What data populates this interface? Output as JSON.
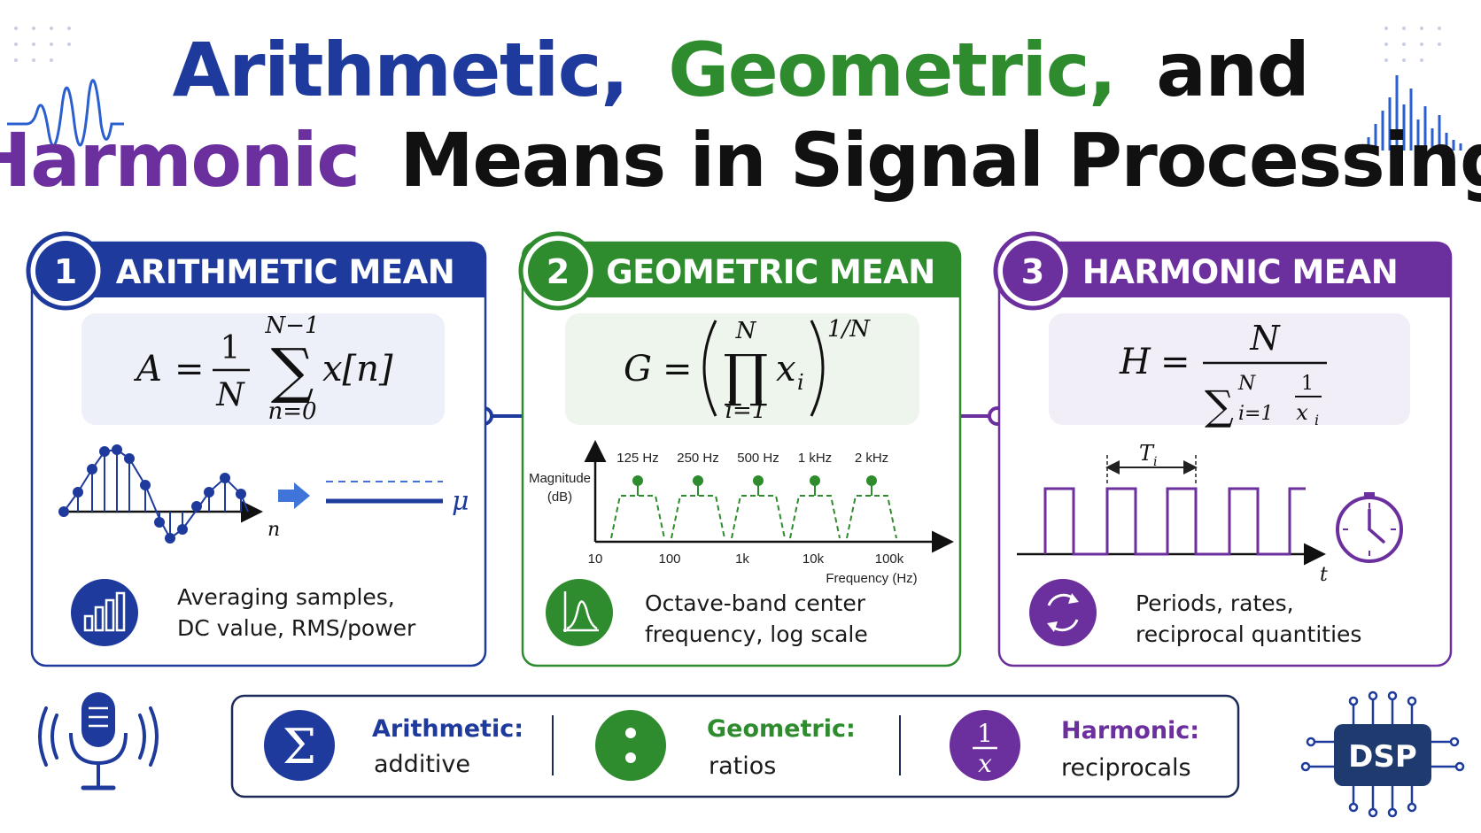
{
  "title": {
    "line1_part1": "Arithmetic,",
    "line1_part2": "Geometric,",
    "line1_part3": "and",
    "line2_part1": "Harmonic",
    "line2_part2": "Means in Signal Processing"
  },
  "colors": {
    "arithmetic": "#1e3a9c",
    "geometric": "#2e8b2e",
    "harmonic": "#6b2f9e",
    "dark": "#111111"
  },
  "panels": {
    "arithmetic": {
      "number": "1",
      "heading": "ARITHMETIC MEAN",
      "formula": {
        "lhs": "A",
        "eq": "=",
        "frac_num": "1",
        "frac_den": "N",
        "sum_upper": "N−1",
        "sum_lower": "n=0",
        "term": "x[n]",
        "sigma": "∑"
      },
      "plot": {
        "axis_label": "n",
        "result_label": "μ"
      },
      "icon": "bar-chart-icon",
      "desc_line1": "Averaging samples,",
      "desc_line2": "DC value, RMS/power"
    },
    "geometric": {
      "number": "2",
      "heading": "GEOMETRIC MEAN",
      "formula": {
        "lhs": "G",
        "eq": "=",
        "prod_upper": "N",
        "prod_lower": "i=1",
        "term": "x",
        "term_sub": "i",
        "exponent": "1/N",
        "prod": "∏"
      },
      "plot": {
        "y_label_line1": "Magnitude",
        "y_label_line2": "(dB)",
        "band_labels": [
          "125 Hz",
          "250 Hz",
          "500 Hz",
          "1 kHz",
          "2 kHz"
        ],
        "x_ticks": [
          "10",
          "100",
          "1k",
          "10k",
          "100k"
        ],
        "x_label": "Frequency (Hz)"
      },
      "icon": "bell-curve-icon",
      "desc_line1": "Octave-band center",
      "desc_line2": "frequency, log scale"
    },
    "harmonic": {
      "number": "3",
      "heading": "HARMONIC MEAN",
      "formula": {
        "lhs": "H",
        "eq": "=",
        "num": "N",
        "sum_upper": "N",
        "sum_lower": "i=1",
        "inner_num": "1",
        "inner_den": "x",
        "inner_den_sub": "i",
        "sigma": "∑"
      },
      "plot": {
        "period_label": "T",
        "period_sub": "i",
        "axis_label": "t"
      },
      "icon": "cycle-arrows-icon",
      "desc_line1": "Periods, rates,",
      "desc_line2": "reciprocal quantities"
    }
  },
  "summary": {
    "arithmetic": {
      "symbol": "Σ",
      "label": "Arithmetic:",
      "value": "additive"
    },
    "geometric": {
      "symbol": ":",
      "label": "Geometric:",
      "value": "ratios"
    },
    "harmonic": {
      "symbol_num": "1",
      "symbol_den": "x",
      "label": "Harmonic:",
      "value": "reciprocals"
    }
  },
  "dsp_chip": {
    "label": "DSP"
  },
  "icons": {
    "microphone": "microphone-icon",
    "clock": "clock-icon",
    "waveform": "waveform-icon",
    "spectrum": "spectrum-bars-icon"
  }
}
